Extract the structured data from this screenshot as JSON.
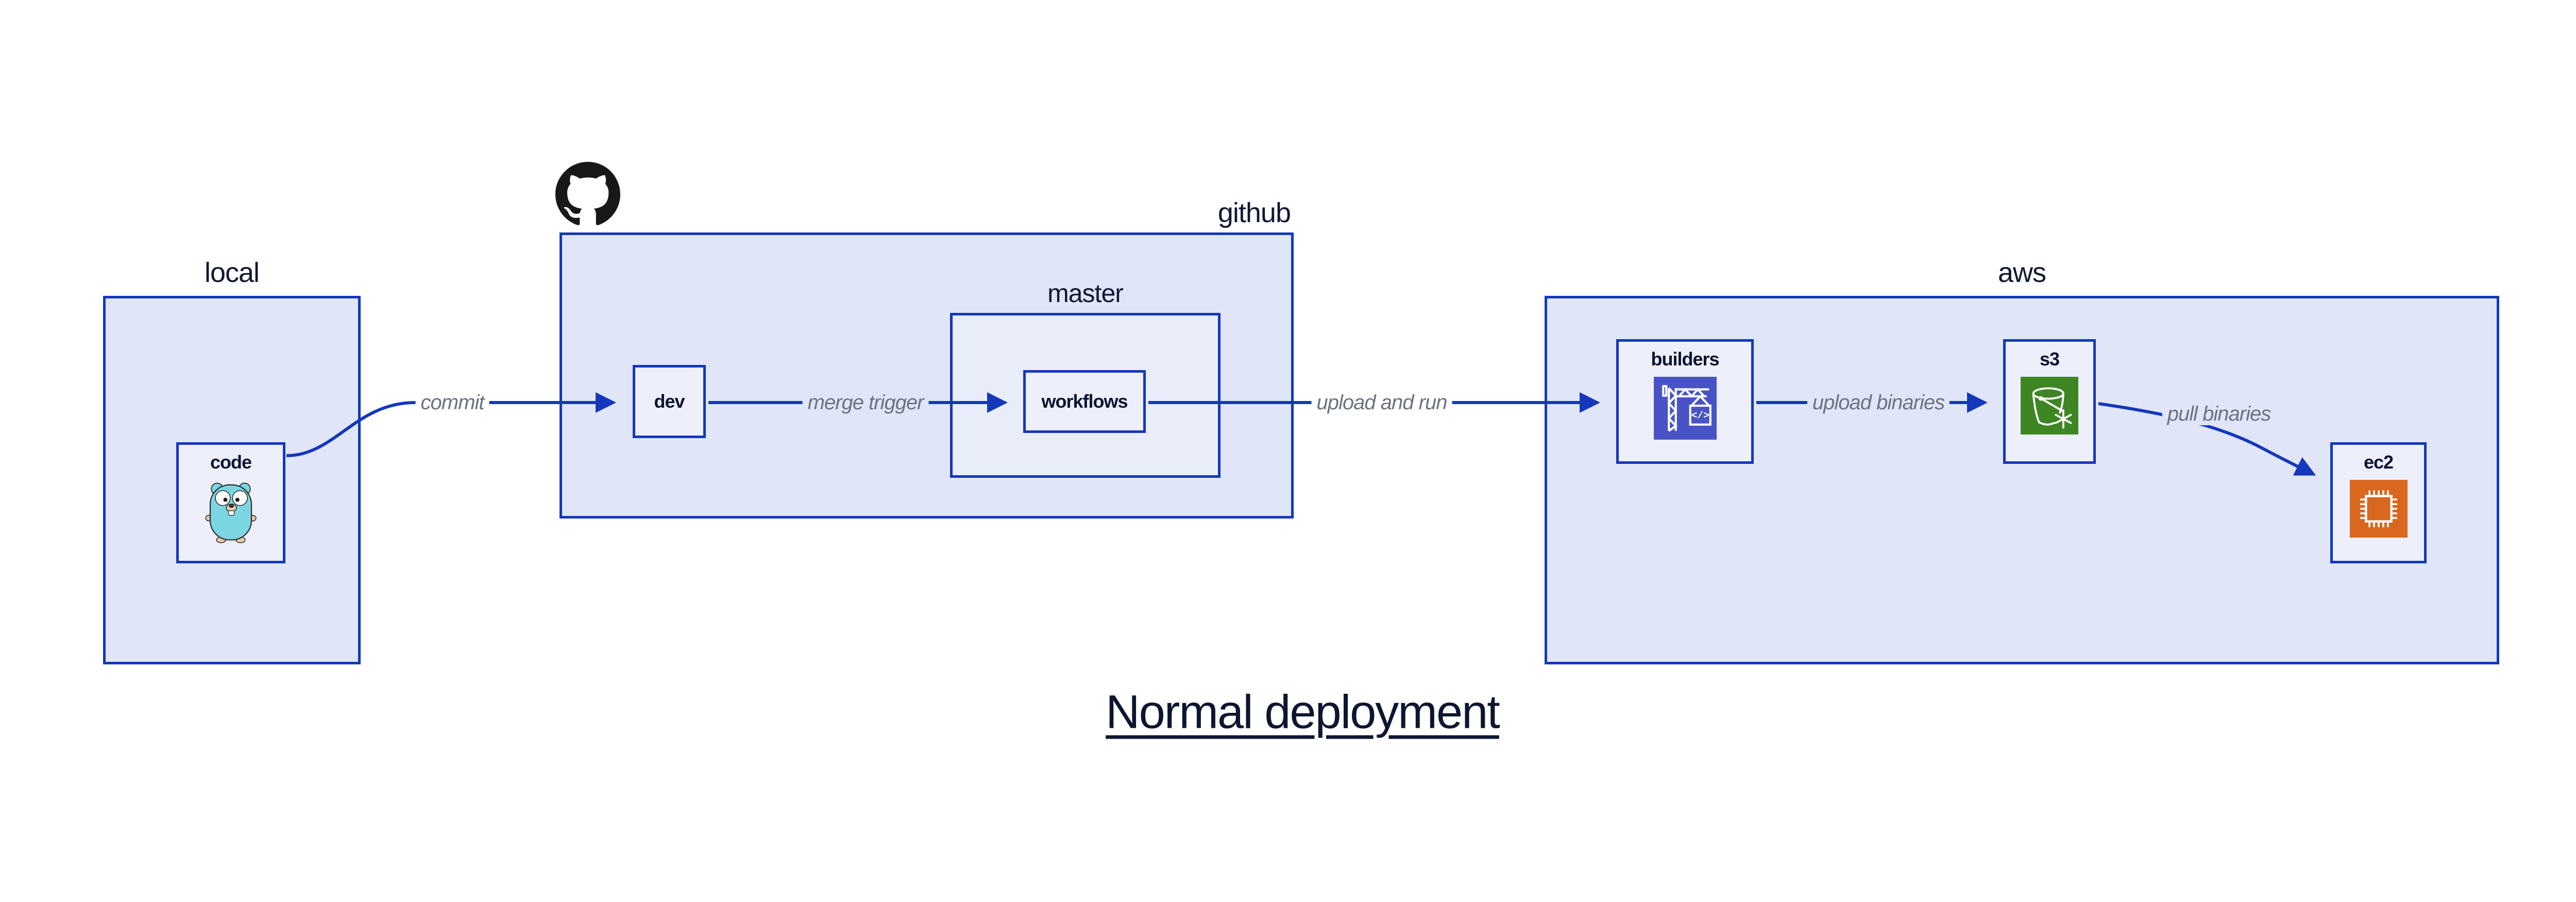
{
  "title": {
    "text": "Normal deployment"
  },
  "containers": {
    "local": {
      "label": "local"
    },
    "github": {
      "label": "github"
    },
    "master": {
      "label": "master"
    },
    "aws": {
      "label": "aws"
    }
  },
  "nodes": {
    "code": {
      "label": "code",
      "icon": "go-gopher-icon"
    },
    "dev": {
      "label": "dev"
    },
    "workflows": {
      "label": "workflows"
    },
    "builders": {
      "label": "builders",
      "icon": "aws-codebuild-crane-icon",
      "icon_glyph": "</>"
    },
    "s3": {
      "label": "s3",
      "icon": "aws-s3-bucket-snowflake-icon"
    },
    "ec2": {
      "label": "ec2",
      "icon": "aws-ec2-chip-icon"
    }
  },
  "edges": {
    "commit": {
      "label": "commit",
      "from": "code",
      "to": "dev"
    },
    "merge_trigger": {
      "label": "merge trigger",
      "from": "dev",
      "to": "workflows"
    },
    "upload_and_run": {
      "label": "upload and run",
      "from": "workflows",
      "to": "builders"
    },
    "upload_binaries": {
      "label": "upload binaries",
      "from": "builders",
      "to": "s3"
    },
    "pull_binaries": {
      "label": "pull binaries",
      "from": "s3",
      "to": "ec2"
    }
  },
  "logos": {
    "github": "github-octocat-logo"
  },
  "colors": {
    "edge_blue": "#1437bb",
    "container_fill": "#e0e6f8",
    "subcontainer_fill": "#e9edfa",
    "node_fill": "#edf0fb",
    "label_navy": "#0d1333",
    "edge_label_gray": "#6b7280",
    "codebuild_indigo": "#4a53c6",
    "s3_green": "#3e8624",
    "ec2_orange": "#d9671d",
    "github_black": "#191717",
    "gopher_teal": "#7bd6e2"
  }
}
